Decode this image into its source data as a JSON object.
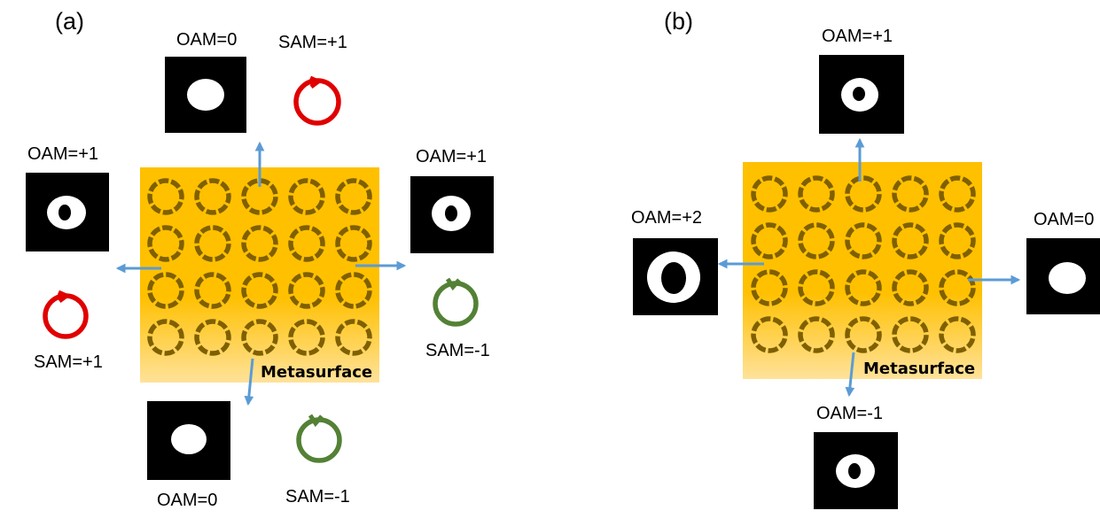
{
  "colors": {
    "metasurface_top": "#ffc000",
    "metasurface_bottom": "#ffe29a",
    "ring": "#7f6000",
    "arrow": "#5b9bd5",
    "sam_positive": "#e00000",
    "sam_negative": "#538135",
    "beam_bg": "#000000",
    "beam_light": "#ffffff"
  },
  "panel_a": {
    "label": "(a)",
    "metasurface_label": "Metasurface",
    "ring_grid": {
      "rows": 4,
      "cols": 5
    },
    "top": {
      "oam": "OAM=0",
      "sam": "SAM=+1",
      "beam": "gaussian",
      "sam_icon": "red-circular-arrow-icon"
    },
    "left": {
      "oam": "OAM=+1",
      "sam": "SAM=+1",
      "beam": "vortex",
      "sam_icon": "red-circular-arrow-icon"
    },
    "right": {
      "oam": "OAM=+1",
      "sam": "SAM=-1",
      "beam": "vortex",
      "sam_icon": "green-circular-arrow-icon"
    },
    "bottom": {
      "oam": "OAM=0",
      "sam": "SAM=-1",
      "beam": "gaussian",
      "sam_icon": "green-circular-arrow-icon"
    }
  },
  "panel_b": {
    "label": "(b)",
    "metasurface_label": "Metasurface",
    "ring_grid": {
      "rows": 4,
      "cols": 5
    },
    "top": {
      "oam": "OAM=+1",
      "beam": "vortex"
    },
    "left": {
      "oam": "OAM=+2",
      "beam": "vortex-large"
    },
    "right": {
      "oam": "OAM=0",
      "beam": "gaussian"
    },
    "bottom": {
      "oam": "OAM=-1",
      "beam": "vortex"
    }
  }
}
